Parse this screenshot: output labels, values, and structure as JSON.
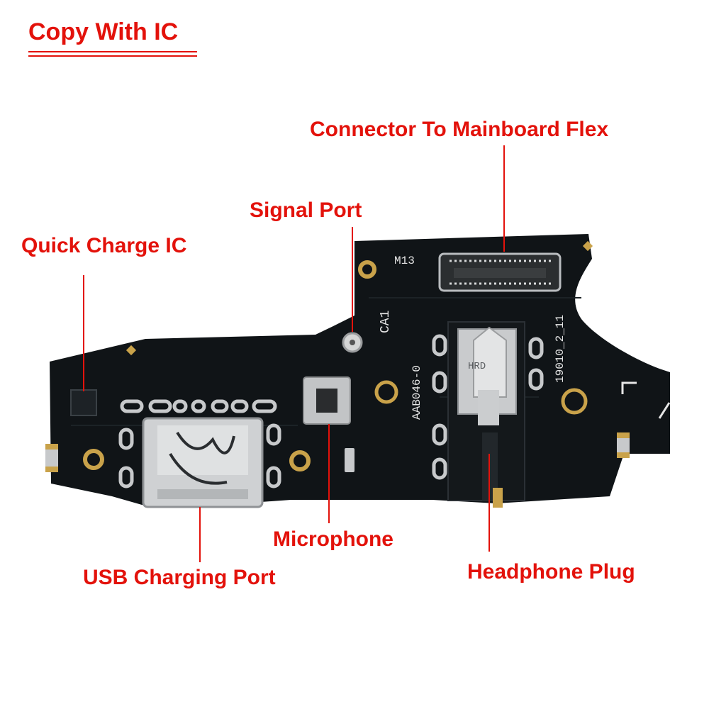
{
  "header": {
    "title": "Copy With IC"
  },
  "labels": {
    "connector": "Connector To Mainboard Flex",
    "signal": "Signal Port",
    "quick_charge": "Quick Charge IC",
    "microphone": "Microphone",
    "usb": "USB Charging Port",
    "headphone": "Headphone Plug"
  },
  "silkscreen": {
    "m13": "M13",
    "ca1": "CA1",
    "part": "AAB046-0",
    "date": "19010_2_11",
    "hrd": "HRD"
  },
  "colors": {
    "accent": "#e3120b",
    "pcb": "#101417",
    "gold": "#c9a24a",
    "silver": "#c7c9cb"
  }
}
